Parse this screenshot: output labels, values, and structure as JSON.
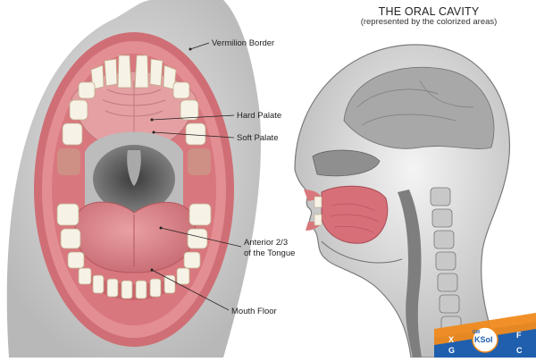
{
  "title": "THE ORAL CAVITY",
  "subtitle": "(represented by the colorized areas)",
  "labels": {
    "vermilion": "Vermilion Border",
    "hard_palate": "Hard Palate",
    "soft_palate": "Soft Palate",
    "tongue_line1": "Anterior 2/3",
    "tongue_line2": "of the Tongue",
    "mouth_floor": "Mouth Floor"
  },
  "logo": {
    "brand": "KSol",
    "prefix": "GM",
    "letters": [
      "X",
      "F",
      "G",
      "C"
    ]
  },
  "colors": {
    "tissue": "#e08a8f",
    "tissue_dark": "#b8505a",
    "lip": "#d9787c",
    "skin": "#d3d3d3",
    "bone": "#c4a488",
    "tooth": "#f7f2e6",
    "logo_blue": "#1f5fae",
    "logo_orange": "#f08a1c"
  }
}
